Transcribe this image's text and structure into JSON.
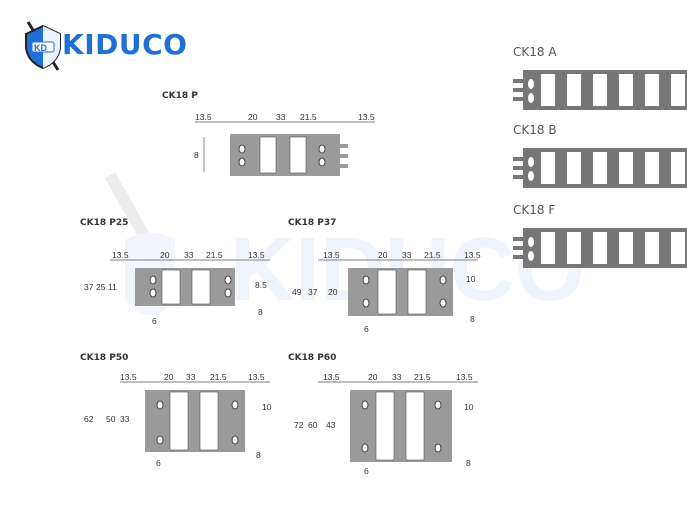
{
  "brand": {
    "name": "KIDUCO",
    "logo_icon": "shield-sword-icon",
    "logo_badge": "KD",
    "color": "#1f6fd6"
  },
  "watermark": {
    "text": "KIDUCO",
    "color": "#e3ecfa"
  },
  "diagrams": [
    {
      "title": "CK18 P",
      "top_dims": [
        "13.5",
        "20",
        "33",
        "21.5",
        "13.5"
      ],
      "height_dims": [
        "8"
      ]
    },
    {
      "title": "CK18 P25",
      "top_dims": [
        "13.5",
        "20",
        "33",
        "21.5",
        "13.5"
      ],
      "height_dims": [
        "37",
        "25",
        "11"
      ],
      "right_dim": "8.5",
      "bottom_dims": [
        "6",
        "8"
      ]
    },
    {
      "title": "CK18 P37",
      "top_dims": [
        "13.5",
        "20",
        "33",
        "21.5",
        "13.5"
      ],
      "height_dims": [
        "49",
        "37",
        "20"
      ],
      "right_dim": "10",
      "bottom_dims": [
        "6",
        "8"
      ]
    },
    {
      "title": "CK18 P50",
      "top_dims": [
        "13.5",
        "20",
        "33",
        "21.5",
        "13.5"
      ],
      "height_dims": [
        "62",
        "50",
        "33"
      ],
      "right_dim": "10",
      "bottom_dims": [
        "6",
        "8"
      ]
    },
    {
      "title": "CK18 P60",
      "top_dims": [
        "13.5",
        "20",
        "33",
        "21.5",
        "13.5"
      ],
      "height_dims": [
        "72",
        "60",
        "43"
      ],
      "right_dim": "10",
      "bottom_dims": [
        "6",
        "8"
      ]
    }
  ],
  "chain_types": [
    {
      "label": "CK18 A"
    },
    {
      "label": "CK18 B"
    },
    {
      "label": "CK18 F"
    }
  ]
}
